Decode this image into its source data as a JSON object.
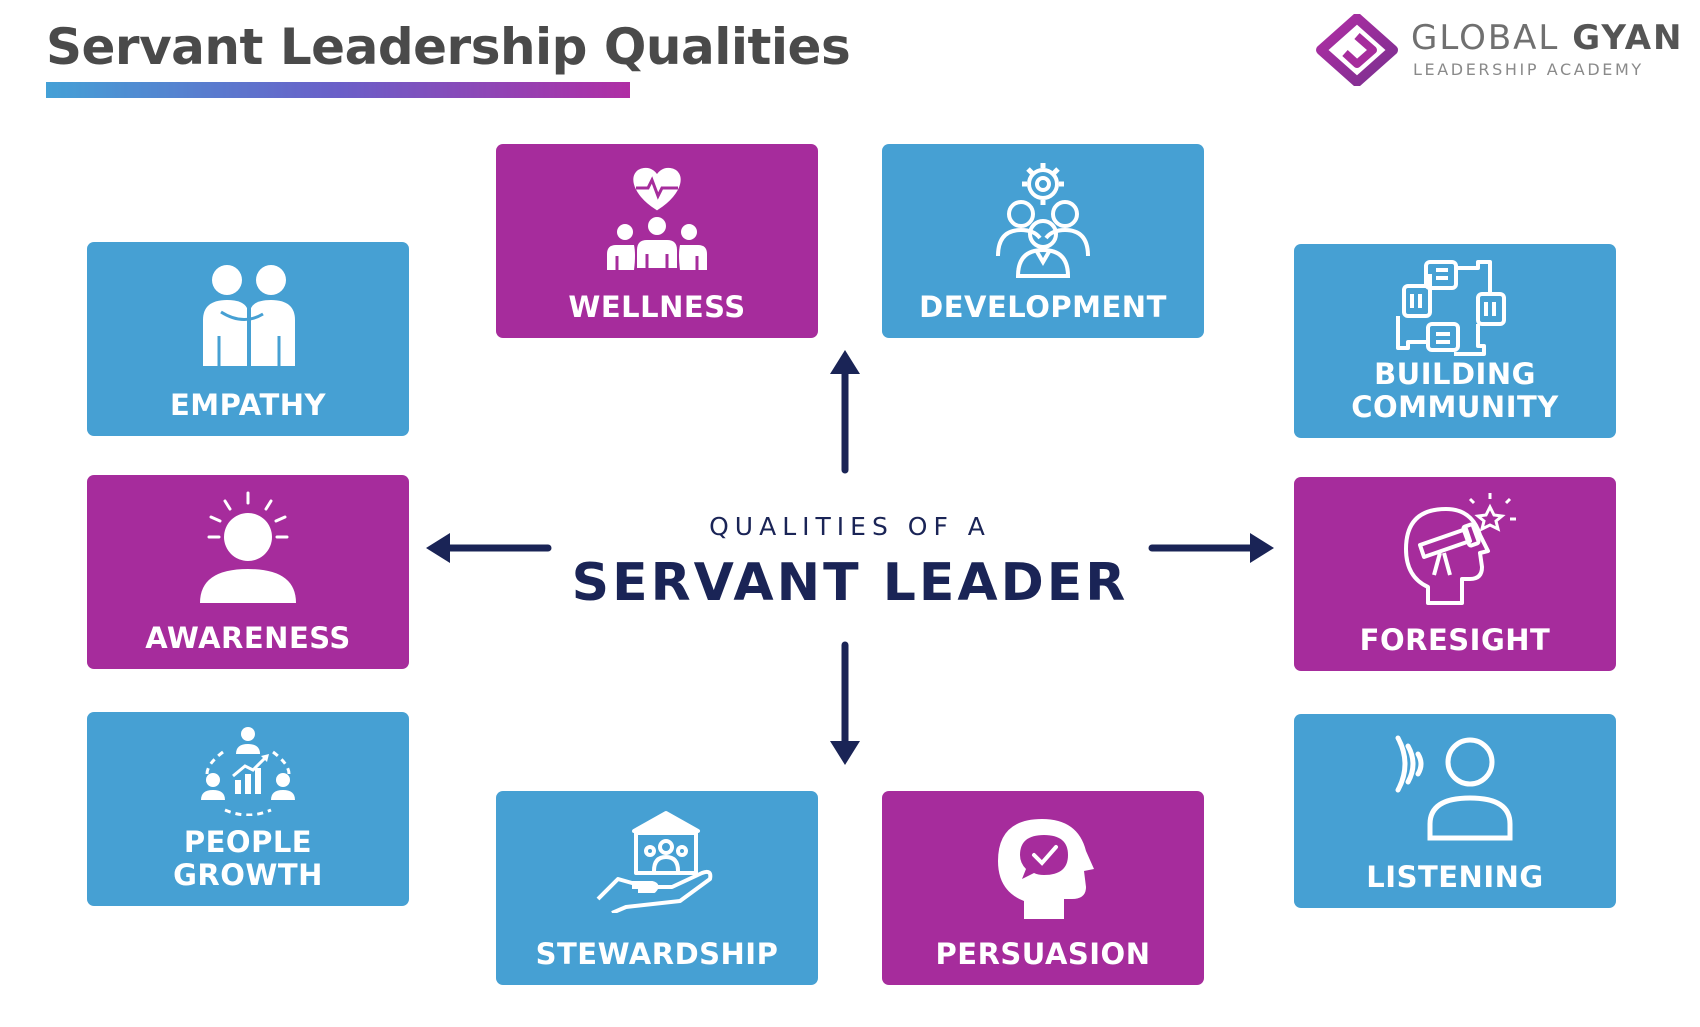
{
  "header": {
    "title": "Servant Leadership Qualities",
    "brand_name_light": "GLOBAL",
    "brand_name_bold": "GYAN",
    "brand_tagline": "LEADERSHIP ACADEMY"
  },
  "center": {
    "subtitle": "QUALITIES OF A",
    "title": "SERVANT LEADER"
  },
  "qualities": {
    "wellness": "WELLNESS",
    "development": "DEVELOPMENT",
    "empathy": "EMPATHY",
    "building_community_1": "BUILDING",
    "building_community_2": "COMMUNITY",
    "awareness": "AWARENESS",
    "foresight": "FORESIGHT",
    "people_growth_1": "PEOPLE",
    "people_growth_2": "GROWTH",
    "listening": "LISTENING",
    "stewardship": "STEWARDSHIP",
    "persuasion": "PERSUASION"
  },
  "colors": {
    "blue": "#46a0d3",
    "purple": "#a62c9c",
    "navy": "#1a2456"
  }
}
